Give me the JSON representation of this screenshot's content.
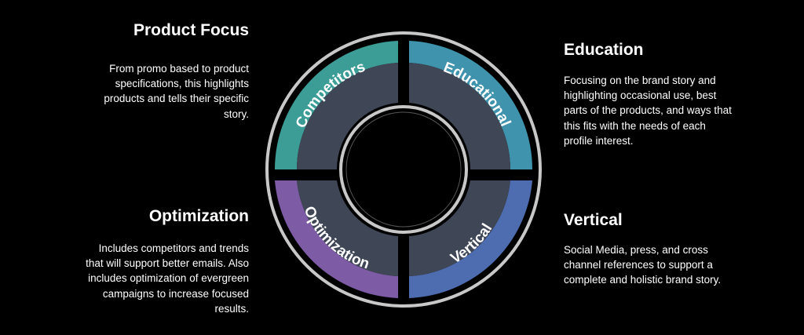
{
  "sections": {
    "product_focus": {
      "title": "Product Focus",
      "description": "From promo based to product specifications, this highlights products and tells their specific story."
    },
    "education": {
      "title": "Education",
      "description": "Focusing on the brand story and highlighting occasional use, best parts of the products, and ways that this fits with the needs of each profile interest."
    },
    "optimization": {
      "title": "Optimization",
      "description": "Includes competitors and trends that will support better emails. Also includes optimization of evergreen campaigns to increase focused results."
    },
    "vertical": {
      "title": "Vertical",
      "description": "Social Media, press, and cross channel references to support a complete and holistic brand story."
    }
  },
  "diagram": {
    "segments": [
      {
        "label": "Competitors",
        "color": "#3c9c96"
      },
      {
        "label": "Educational",
        "color": "#3f93ad"
      },
      {
        "label": "Optimization",
        "color": "#7d5ba5"
      },
      {
        "label": "Vertical",
        "color": "#4d6db0"
      }
    ],
    "inner_shade": "#3f4757",
    "ring_color": "#c8c8c8",
    "background": "#000000"
  }
}
